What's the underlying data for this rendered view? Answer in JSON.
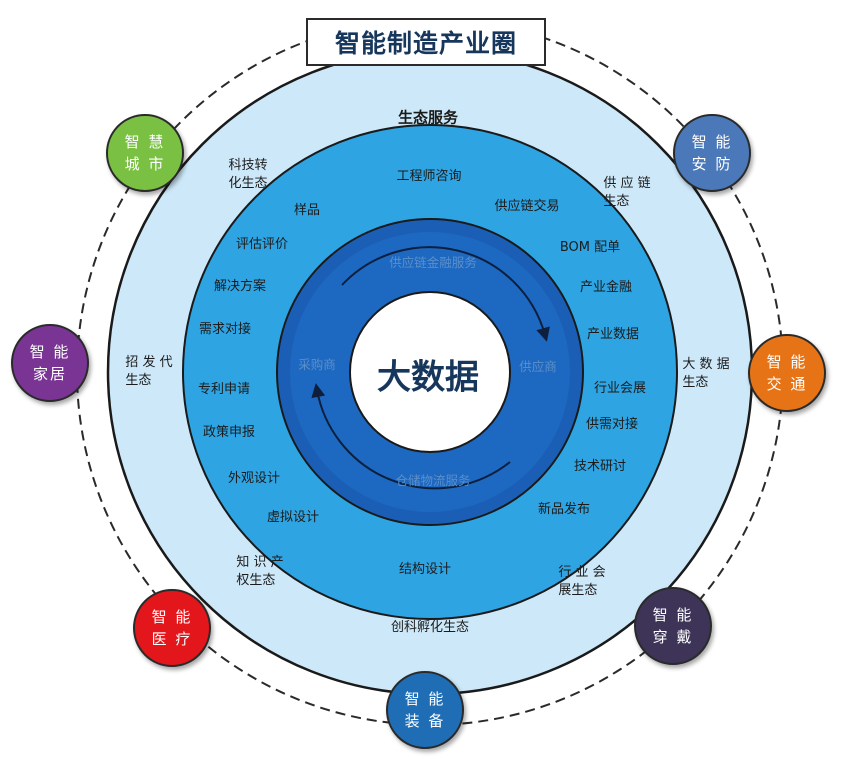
{
  "title": "智能制造产业圈",
  "core": {
    "label": "大数据"
  },
  "flow_ring": {
    "top": "供应链金融服务",
    "bottom": "仓储物流服务",
    "left": "采购商",
    "right": "供应商"
  },
  "service_ring": {
    "items": [
      "工程师咨询",
      "供应链交易",
      "BOM 配单",
      "产业金融",
      "产业数据",
      "行业会展",
      "供需对接",
      "技术研讨",
      "新品发布",
      "结构设计",
      "虚拟设计",
      "外观设计",
      "政策申报",
      "专利申请",
      "需求对接",
      "解决方案",
      "评估评价",
      "样品"
    ]
  },
  "ecology_ring": {
    "title": "生态服务",
    "items": [
      "科技转\n化生态",
      "供 应 链\n生态",
      "招 发 代\n生态",
      "大 数 据\n生态",
      "知 识 产\n权生态",
      "行 业 会\n展生态",
      "创科孵化生态"
    ]
  },
  "satellites": [
    {
      "label": "智 慧\n城 市",
      "color": "#7ac143"
    },
    {
      "label": "智 能\n安 防",
      "color": "#4a78b8"
    },
    {
      "label": "智 能\n家居",
      "color": "#7a3594"
    },
    {
      "label": "智 能\n交 通",
      "color": "#e67416"
    },
    {
      "label": "智 能\n医 疗",
      "color": "#e3161b"
    },
    {
      "label": "智 能\n穿 戴",
      "color": "#3d3458"
    },
    {
      "label": "智 能\n装 备",
      "color": "#1f6db5"
    }
  ],
  "colors": {
    "orbit": "#2a2a2a",
    "ecology_ring": "#cde8f9",
    "service_ring": "#2ea4e3",
    "flow_ring": "#1a5fb5",
    "core": "#ffffff",
    "arrow": "#0d1f3c"
  }
}
